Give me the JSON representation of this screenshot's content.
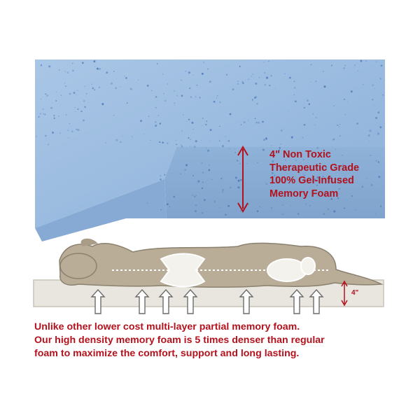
{
  "foam_block": {
    "color": "#8fb4dc",
    "edge_color": "#7ea3cd",
    "speck_color": "#3f6fb0"
  },
  "callout": {
    "lines": [
      "4\" Non Toxic",
      "Therapeutic Grade",
      "100% Gel-Infused",
      "Memory Foam"
    ],
    "color": "#b3121d"
  },
  "diagram": {
    "thickness_label": "4\"",
    "pad_color": "#e8e6df",
    "dog_color": "#b9ad98",
    "arrow_count": 8
  },
  "description": {
    "lines": [
      "Unlike other lower cost multi-layer partial memory foam.",
      "Our high density memory foam is 5 times denser than regular",
      "foam to maximize the comfort, support and long lasting."
    ]
  }
}
